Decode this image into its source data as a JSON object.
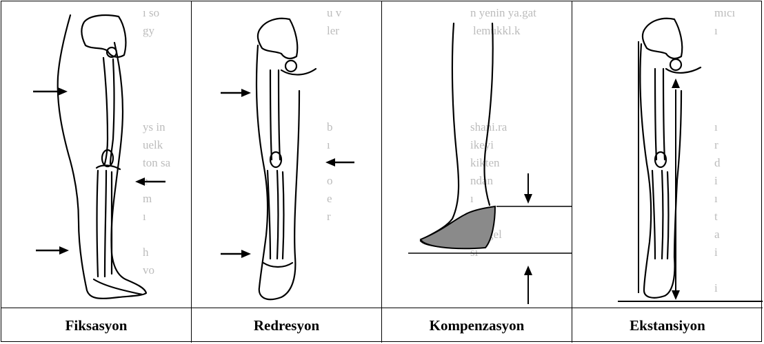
{
  "panels": [
    {
      "caption": "Fiksasyon"
    },
    {
      "caption": "Redresyon"
    },
    {
      "caption": "Kompenzasyon"
    },
    {
      "caption": "Ekstansiyon"
    }
  ],
  "colors": {
    "line": "#000000",
    "shoe_fill": "#8a8a8a",
    "bleed_text": "#bcbcbc"
  }
}
